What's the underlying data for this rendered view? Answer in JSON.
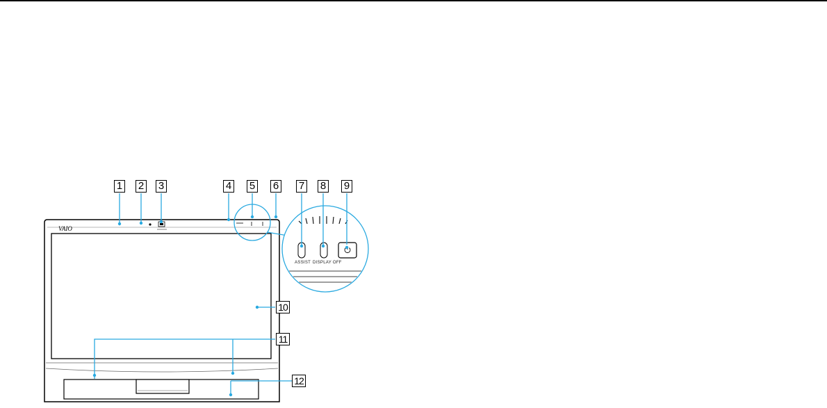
{
  "figure": {
    "brand_logo": "VAIO",
    "callouts": [
      "1",
      "2",
      "3",
      "4",
      "5",
      "6",
      "7",
      "8",
      "9",
      "10",
      "11",
      "12"
    ],
    "buttons": {
      "assist": "ASSIST",
      "display_off": "DISPLAY OFF",
      "power_symbol": "power-icon"
    },
    "colors": {
      "leader": "#29a9e0",
      "outline": "#000000"
    }
  }
}
